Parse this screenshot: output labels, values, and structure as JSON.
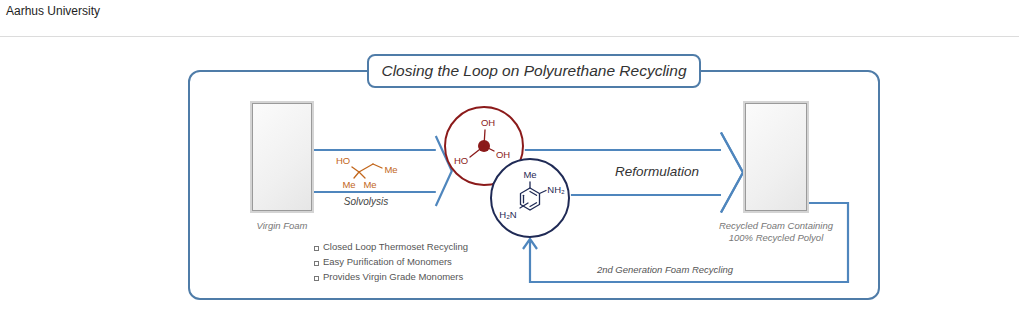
{
  "diagram": {
    "nodes": [
      {
        "text": [
          "Closing the Loop on Polyurethane Recycling"
        ]
      },
      {
        "text": [
          "Virgin Foam"
        ],
        "in": 0
      },
      {
        "text": [
          "OH",
          "HO",
          "OH"
        ],
        "in": 0
      },
      {
        "text": [
          "Me",
          "NH₂",
          "H₂N"
        ],
        "in": 0
      },
      {
        "text": [
          "Recycled Foam Containing 100% Recycled Polyol"
        ],
        "in": 0
      }
    ],
    "edges": [
      {
        "from": 1,
        "to": 2,
        "arrow": "to",
        "label": "Solvolysis"
      },
      {
        "from": 2,
        "to": 4,
        "arrow": "to",
        "label": "Reformulation"
      },
      {
        "from": 3,
        "to": 4,
        "arrow": "to"
      },
      {
        "from": 4,
        "to": 3,
        "arrow": "to",
        "label": "2nd Generation Foam Recycling"
      }
    ],
    "labels": [
      "Aarhus University",
      "HO",
      "Me",
      "Me",
      "Me",
      "Closed Loop Thermoset Recycling",
      "Easy Purification of Monomers",
      "Provides Virgin Grade Monomers"
    ]
  }
}
